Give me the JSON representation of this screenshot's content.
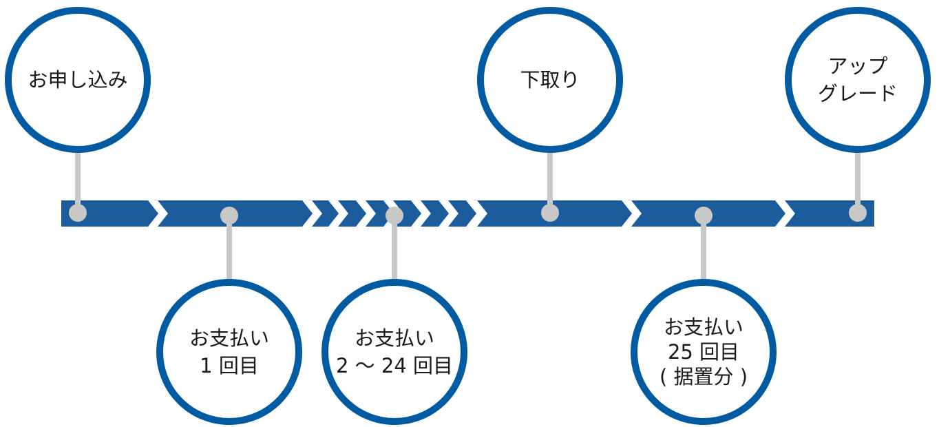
{
  "colors": {
    "bar": "#1A5C9C",
    "circle_border": "#005BA3",
    "connector": "#C8C8C8",
    "text": "#1a1a1a"
  },
  "milestones": [
    {
      "id": "application",
      "lines": [
        "お申し込み"
      ]
    },
    {
      "id": "payment-1",
      "lines": [
        "お支払い",
        "1 回目"
      ]
    },
    {
      "id": "payment-2-24",
      "lines": [
        "お支払い",
        "2 ～ 24 回目"
      ]
    },
    {
      "id": "trade-in",
      "lines": [
        "下取り"
      ]
    },
    {
      "id": "payment-25",
      "lines": [
        "お支払い",
        "25 回目",
        "( 据置分 )"
      ]
    },
    {
      "id": "upgrade",
      "lines": [
        "アップ",
        "グレード"
      ]
    }
  ]
}
